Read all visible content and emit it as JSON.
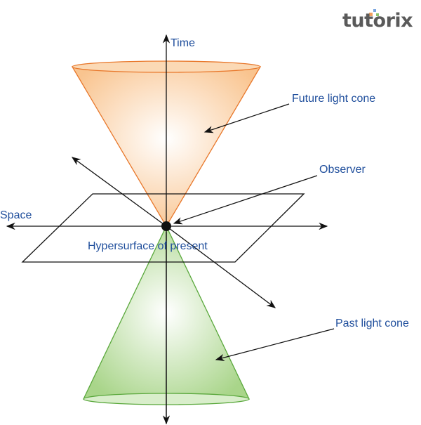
{
  "logo": {
    "text": "tutorix"
  },
  "labels": {
    "time": "Time",
    "space": "Space",
    "future_cone": "Future light cone",
    "past_cone": "Past light cone",
    "observer": "Observer",
    "hypersurface": "Hypersurface of present"
  },
  "colors": {
    "label": "#1f4e9c",
    "future": "#f08a3a",
    "past": "#6ab04c"
  }
}
